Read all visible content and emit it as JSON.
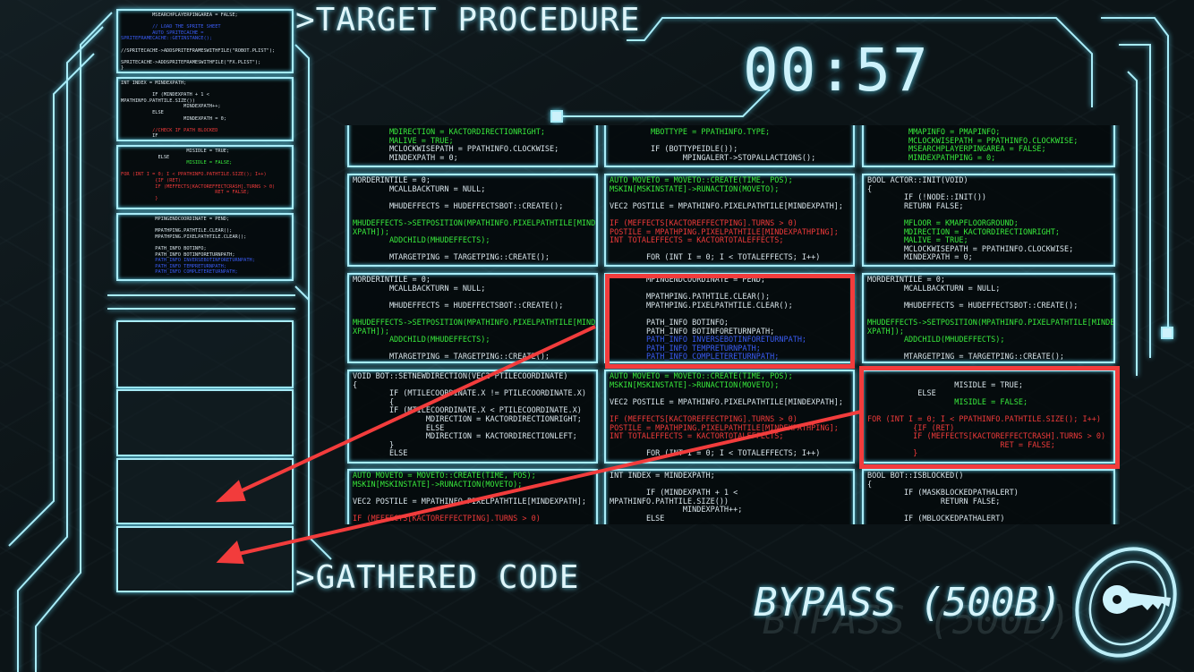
{
  "header": {
    "target_title": ">TARGET PROCEDURE",
    "gathered_title": ">GATHERED CODE",
    "timer": "00:57"
  },
  "bypass": {
    "label": "BYPASS (500B)",
    "icon": "key-icon"
  },
  "colors": {
    "frame": "#a9ecf8",
    "highlight": "#f23c3c",
    "green": "#38ea3c",
    "red": "#f03a3a",
    "blue": "#3a5cf5",
    "white": "#d8e4ea"
  },
  "gathered": [
    [
      {
        "c": "w",
        "t": "           MSEARCHPLAYERPINGAREA = FALSE;"
      },
      {
        "c": "w",
        "t": ""
      },
      {
        "c": "b",
        "t": "           // LOAD THE SPRITE SHEET"
      },
      {
        "c": "b",
        "t": "           AUTO SPRITECACHE ="
      },
      {
        "c": "b",
        "t": "SPRITEFRAMECACHE::GETINSTANCE();"
      },
      {
        "c": "w",
        "t": ""
      },
      {
        "c": "w",
        "t": "//SPRITECACHE->ADDSPRITEFRAMESWITHFILE(\"ROBOT.PLIST\");"
      },
      {
        "c": "w",
        "t": ""
      },
      {
        "c": "w",
        "t": "SPRITECACHE->ADDSPRITEFRAMESWITHFILE(\"FX.PLIST\");"
      },
      {
        "c": "w",
        "t": "}"
      }
    ],
    [
      {
        "c": "w",
        "t": "INT INDEX = MINDEXPATH;"
      },
      {
        "c": "w",
        "t": ""
      },
      {
        "c": "w",
        "t": "           IF (MINDEXPATH + 1 <"
      },
      {
        "c": "w",
        "t": "MPATHINFO.PATHTILE.SIZE())"
      },
      {
        "c": "w",
        "t": "                      MINDEXPATH++;"
      },
      {
        "c": "w",
        "t": "           ELSE"
      },
      {
        "c": "w",
        "t": "                      MINDEXPATH = 0;"
      },
      {
        "c": "w",
        "t": ""
      },
      {
        "c": "r",
        "t": "           //CHECK IF PATH BLOCKED"
      },
      {
        "c": "w",
        "t": "           IF"
      }
    ],
    [
      {
        "c": "w",
        "t": "                       MISIDLE = TRUE;"
      },
      {
        "c": "w",
        "t": "             ELSE"
      },
      {
        "c": "g",
        "t": "                       MISIDLE = FALSE;"
      },
      {
        "c": "w",
        "t": ""
      },
      {
        "c": "r",
        "t": "FOR (INT I = 0; I < PPATHINFO.PATHTILE.SIZE(); I++)"
      },
      {
        "c": "r",
        "t": "            {IF (RET)"
      },
      {
        "c": "r",
        "t": "            IF (MEFFECTS[KACTOREFFECTCRASH].TURNS > 0)"
      },
      {
        "c": "r",
        "t": "                                 RET = FALSE;"
      },
      {
        "c": "r",
        "t": "            }"
      }
    ],
    [
      {
        "c": "w",
        "t": "            MPINGENDCOORDINATE = PEND;"
      },
      {
        "c": "w",
        "t": ""
      },
      {
        "c": "w",
        "t": "            MPATHPING.PATHTILE.CLEAR();"
      },
      {
        "c": "w",
        "t": "            MPATHPING.PIXELPATHTILE.CLEAR();"
      },
      {
        "c": "w",
        "t": ""
      },
      {
        "c": "w",
        "t": "            PATH_INFO BOTINFO;"
      },
      {
        "c": "w",
        "t": "            PATH_INFO BOTINFORETURNPATH;"
      },
      {
        "c": "b",
        "t": "            PATH_INFO INVERSEBOTINFORETURNPATH;"
      },
      {
        "c": "b",
        "t": "            PATH_INFO TEMPRETURNPATH;"
      },
      {
        "c": "b",
        "t": "            PATH_INFO COMPLETERETURNPATH;"
      }
    ]
  ],
  "grid": [
    [
      [
        {
          "c": "g",
          "t": "        MDIRECTION = KACTORDIRECTIONRIGHT;"
        },
        {
          "c": "g",
          "t": "        MALIVE = TRUE;"
        },
        {
          "c": "w",
          "t": "        MCLOCKWISEPATH = PPATHINFO.CLOCKWISE;"
        },
        {
          "c": "w",
          "t": "        MINDEXPATH = 0;"
        }
      ],
      [
        {
          "c": "g",
          "t": "         MBOTTYPE = PPATHINFO.TYPE;"
        },
        {
          "c": "w",
          "t": ""
        },
        {
          "c": "w",
          "t": "         IF (BOTTYPEIDLE());"
        },
        {
          "c": "w",
          "t": "                MPINGALERT->STOPALLACTIONS();"
        }
      ],
      [
        {
          "c": "g",
          "t": "         MMAPINFO = PMAPINFO;"
        },
        {
          "c": "g",
          "t": "         MCLOCKWISEPATH = PPATHINFO.CLOCKWISE;"
        },
        {
          "c": "g",
          "t": "         MSEARCHPLAYERPINGAREA = FALSE;"
        },
        {
          "c": "g",
          "t": "         MINDEXPATHPING = 0;"
        }
      ]
    ],
    [
      [
        {
          "c": "w",
          "t": "MORDERINTILE = 0;"
        },
        {
          "c": "w",
          "t": "        MCALLBACKTURN = NULL;"
        },
        {
          "c": "w",
          "t": ""
        },
        {
          "c": "w",
          "t": "        MHUDEFFECTS = HUDEFFECTSBOT::CREATE();"
        },
        {
          "c": "w",
          "t": ""
        },
        {
          "c": "g",
          "t": "MHUDEFFECTS->SETPOSITION(MPATHINFO.PIXELPATHTILE[MINDE"
        },
        {
          "c": "g",
          "t": "XPATH]);"
        },
        {
          "c": "g",
          "t": "        ADDCHILD(MHUDEFFECTS);"
        },
        {
          "c": "w",
          "t": ""
        },
        {
          "c": "w",
          "t": "        MTARGETPING = TARGETPING::CREATE();"
        }
      ],
      [
        {
          "c": "g",
          "t": "AUTO MOVETO = MOVETO::CREATE(TIME, POS);"
        },
        {
          "c": "g",
          "t": "MSKIN[MSKINSTATE]->RUNACTION(MOVETO);"
        },
        {
          "c": "w",
          "t": ""
        },
        {
          "c": "w",
          "t": "VEC2 POSTILE = MPATHINFO.PIXELPATHTILE[MINDEXPATH];"
        },
        {
          "c": "w",
          "t": ""
        },
        {
          "c": "r",
          "t": "IF (MEFFECTS[KACTOREFFECTPING].TURNS > 0)"
        },
        {
          "c": "r",
          "t": "POSTILE = MPATHPING.PIXELPATHTILE[MINDEXPATHPING];"
        },
        {
          "c": "r",
          "t": "INT TOTALEFFECTS = KACTORTOTALEFFECTS;"
        },
        {
          "c": "w",
          "t": ""
        },
        {
          "c": "w",
          "t": "        FOR (INT I = 0; I < TOTALEFFECTS; I++)"
        }
      ],
      [
        {
          "c": "w",
          "t": "BOOL ACTOR::INIT(VOID)"
        },
        {
          "c": "w",
          "t": "{"
        },
        {
          "c": "w",
          "t": "        IF (!NODE::INIT())"
        },
        {
          "c": "w",
          "t": "        RETURN FALSE;"
        },
        {
          "c": "w",
          "t": ""
        },
        {
          "c": "g",
          "t": "        MFLOOR = KMAPFLOORGROUND;"
        },
        {
          "c": "g",
          "t": "        MDIRECTION = KACTORDIRECTIONRIGHT;"
        },
        {
          "c": "g",
          "t": "        MALIVE = TRUE;"
        },
        {
          "c": "w",
          "t": "        MCLOCKWISEPATH = PPATHINFO.CLOCKWISE;"
        },
        {
          "c": "w",
          "t": "        MINDEXPATH = 0;"
        }
      ]
    ],
    [
      [
        {
          "c": "w",
          "t": "MORDERINTILE = 0;"
        },
        {
          "c": "w",
          "t": "        MCALLBACKTURN = NULL;"
        },
        {
          "c": "w",
          "t": ""
        },
        {
          "c": "w",
          "t": "        MHUDEFFECTS = HUDEFFECTSBOT::CREATE();"
        },
        {
          "c": "w",
          "t": ""
        },
        {
          "c": "g",
          "t": "MHUDEFFECTS->SETPOSITION(MPATHINFO.PIXELPATHTILE[MINDE"
        },
        {
          "c": "g",
          "t": "XPATH]);"
        },
        {
          "c": "g",
          "t": "        ADDCHILD(MHUDEFFECTS);"
        },
        {
          "c": "w",
          "t": ""
        },
        {
          "c": "w",
          "t": "        MTARGETPING = TARGETPING::CREATE();"
        }
      ],
      [
        {
          "c": "w",
          "t": "        MPINGENDCOORDINATE = PEND;"
        },
        {
          "c": "w",
          "t": ""
        },
        {
          "c": "w",
          "t": "        MPATHPING.PATHTILE.CLEAR();"
        },
        {
          "c": "w",
          "t": "        MPATHPING.PIXELPATHTILE.CLEAR();"
        },
        {
          "c": "w",
          "t": ""
        },
        {
          "c": "w",
          "t": "        PATH_INFO BOTINFO;"
        },
        {
          "c": "w",
          "t": "        PATH_INFO BOTINFORETURNPATH;"
        },
        {
          "c": "b",
          "t": "        PATH_INFO INVERSEBOTINFORETURNPATH;"
        },
        {
          "c": "b",
          "t": "        PATH_INFO TEMPRETURNPATH;"
        },
        {
          "c": "b",
          "t": "        PATH_INFO COMPLETERETURNPATH;"
        }
      ],
      [
        {
          "c": "w",
          "t": "MORDERINTILE = 0;"
        },
        {
          "c": "w",
          "t": "        MCALLBACKTURN = NULL;"
        },
        {
          "c": "w",
          "t": ""
        },
        {
          "c": "w",
          "t": "        MHUDEFFECTS = HUDEFFECTSBOT::CREATE();"
        },
        {
          "c": "w",
          "t": ""
        },
        {
          "c": "g",
          "t": "MHUDEFFECTS->SETPOSITION(MPATHINFO.PIXELPATHTILE[MINDE"
        },
        {
          "c": "g",
          "t": "XPATH]);"
        },
        {
          "c": "g",
          "t": "        ADDCHILD(MHUDEFFECTS);"
        },
        {
          "c": "w",
          "t": ""
        },
        {
          "c": "w",
          "t": "        MTARGETPING = TARGETPING::CREATE();"
        }
      ]
    ],
    [
      [
        {
          "c": "w",
          "t": "VOID BOT::SETNEWDIRECTION(VEC2 PTILECOORDINATE)"
        },
        {
          "c": "w",
          "t": "{"
        },
        {
          "c": "w",
          "t": "        IF (MTILECOORDINATE.X != PTILECOORDINATE.X)"
        },
        {
          "c": "w",
          "t": "        {"
        },
        {
          "c": "w",
          "t": "        IF (MTILECOORDINATE.X < PTILECOORDINATE.X)"
        },
        {
          "c": "w",
          "t": "                MDIRECTION = KACTORDIRECTIONRIGHT;"
        },
        {
          "c": "w",
          "t": "                ELSE"
        },
        {
          "c": "w",
          "t": "                MDIRECTION = KACTORDIRECTIONLEFT;"
        },
        {
          "c": "w",
          "t": "        }"
        },
        {
          "c": "w",
          "t": "        ELSE"
        }
      ],
      [
        {
          "c": "g",
          "t": "AUTO MOVETO = MOVETO::CREATE(TIME, POS);"
        },
        {
          "c": "g",
          "t": "MSKIN[MSKINSTATE]->RUNACTION(MOVETO);"
        },
        {
          "c": "w",
          "t": ""
        },
        {
          "c": "w",
          "t": "VEC2 POSTILE = MPATHINFO.PIXELPATHTILE[MINDEXPATH];"
        },
        {
          "c": "w",
          "t": ""
        },
        {
          "c": "r",
          "t": "IF (MEFFECTS[KACTOREFFECTPING].TURNS > 0)"
        },
        {
          "c": "r",
          "t": "POSTILE = MPATHPING.PIXELPATHTILE[MINDEXPATHPING];"
        },
        {
          "c": "r",
          "t": "INT TOTALEFFECTS = KACTORTOTALEFFECTS;"
        },
        {
          "c": "w",
          "t": ""
        },
        {
          "c": "w",
          "t": "        FOR (INT I = 0; I < TOTALEFFECTS; I++)"
        }
      ],
      [
        {
          "c": "w",
          "t": ""
        },
        {
          "c": "w",
          "t": "                   MISIDLE = TRUE;"
        },
        {
          "c": "w",
          "t": "           ELSE"
        },
        {
          "c": "g",
          "t": "                   MISIDLE = FALSE;"
        },
        {
          "c": "w",
          "t": ""
        },
        {
          "c": "r",
          "t": "FOR (INT I = 0; I < PPATHINFO.PATHTILE.SIZE(); I++)"
        },
        {
          "c": "r",
          "t": "          {IF (RET)"
        },
        {
          "c": "r",
          "t": "          IF (MEFFECTS[KACTOREFFECTCRASH].TURNS > 0)"
        },
        {
          "c": "r",
          "t": "                             RET = FALSE;"
        },
        {
          "c": "r",
          "t": "          }"
        }
      ]
    ],
    [
      [
        {
          "c": "g",
          "t": "AUTO MOVETO = MOVETO::CREATE(TIME, POS);"
        },
        {
          "c": "g",
          "t": "MSKIN[MSKINSTATE]->RUNACTION(MOVETO);"
        },
        {
          "c": "w",
          "t": ""
        },
        {
          "c": "w",
          "t": "VEC2 POSTILE = MPATHINFO.PIXELPATHTILE[MINDEXPATH];"
        },
        {
          "c": "w",
          "t": ""
        },
        {
          "c": "r",
          "t": "IF (MEFFECTS[KACTOREFFECTPING].TURNS > 0)"
        }
      ],
      [
        {
          "c": "w",
          "t": "INT INDEX = MINDEXPATH;"
        },
        {
          "c": "w",
          "t": ""
        },
        {
          "c": "w",
          "t": "        IF (MINDEXPATH + 1 <"
        },
        {
          "c": "w",
          "t": "MPATHINFO.PATHTILE.SIZE())"
        },
        {
          "c": "w",
          "t": "                MINDEXPATH++;"
        },
        {
          "c": "w",
          "t": "        ELSE"
        }
      ],
      [
        {
          "c": "w",
          "t": "BOOL BOT::ISBLOCKED()"
        },
        {
          "c": "w",
          "t": "{"
        },
        {
          "c": "w",
          "t": "        IF (MASKBLOCKEDPATHALERT)"
        },
        {
          "c": "w",
          "t": "                RETURN FALSE;"
        },
        {
          "c": "w",
          "t": ""
        },
        {
          "c": "w",
          "t": "        IF (MBLOCKEDPATHALERT)"
        }
      ]
    ]
  ]
}
